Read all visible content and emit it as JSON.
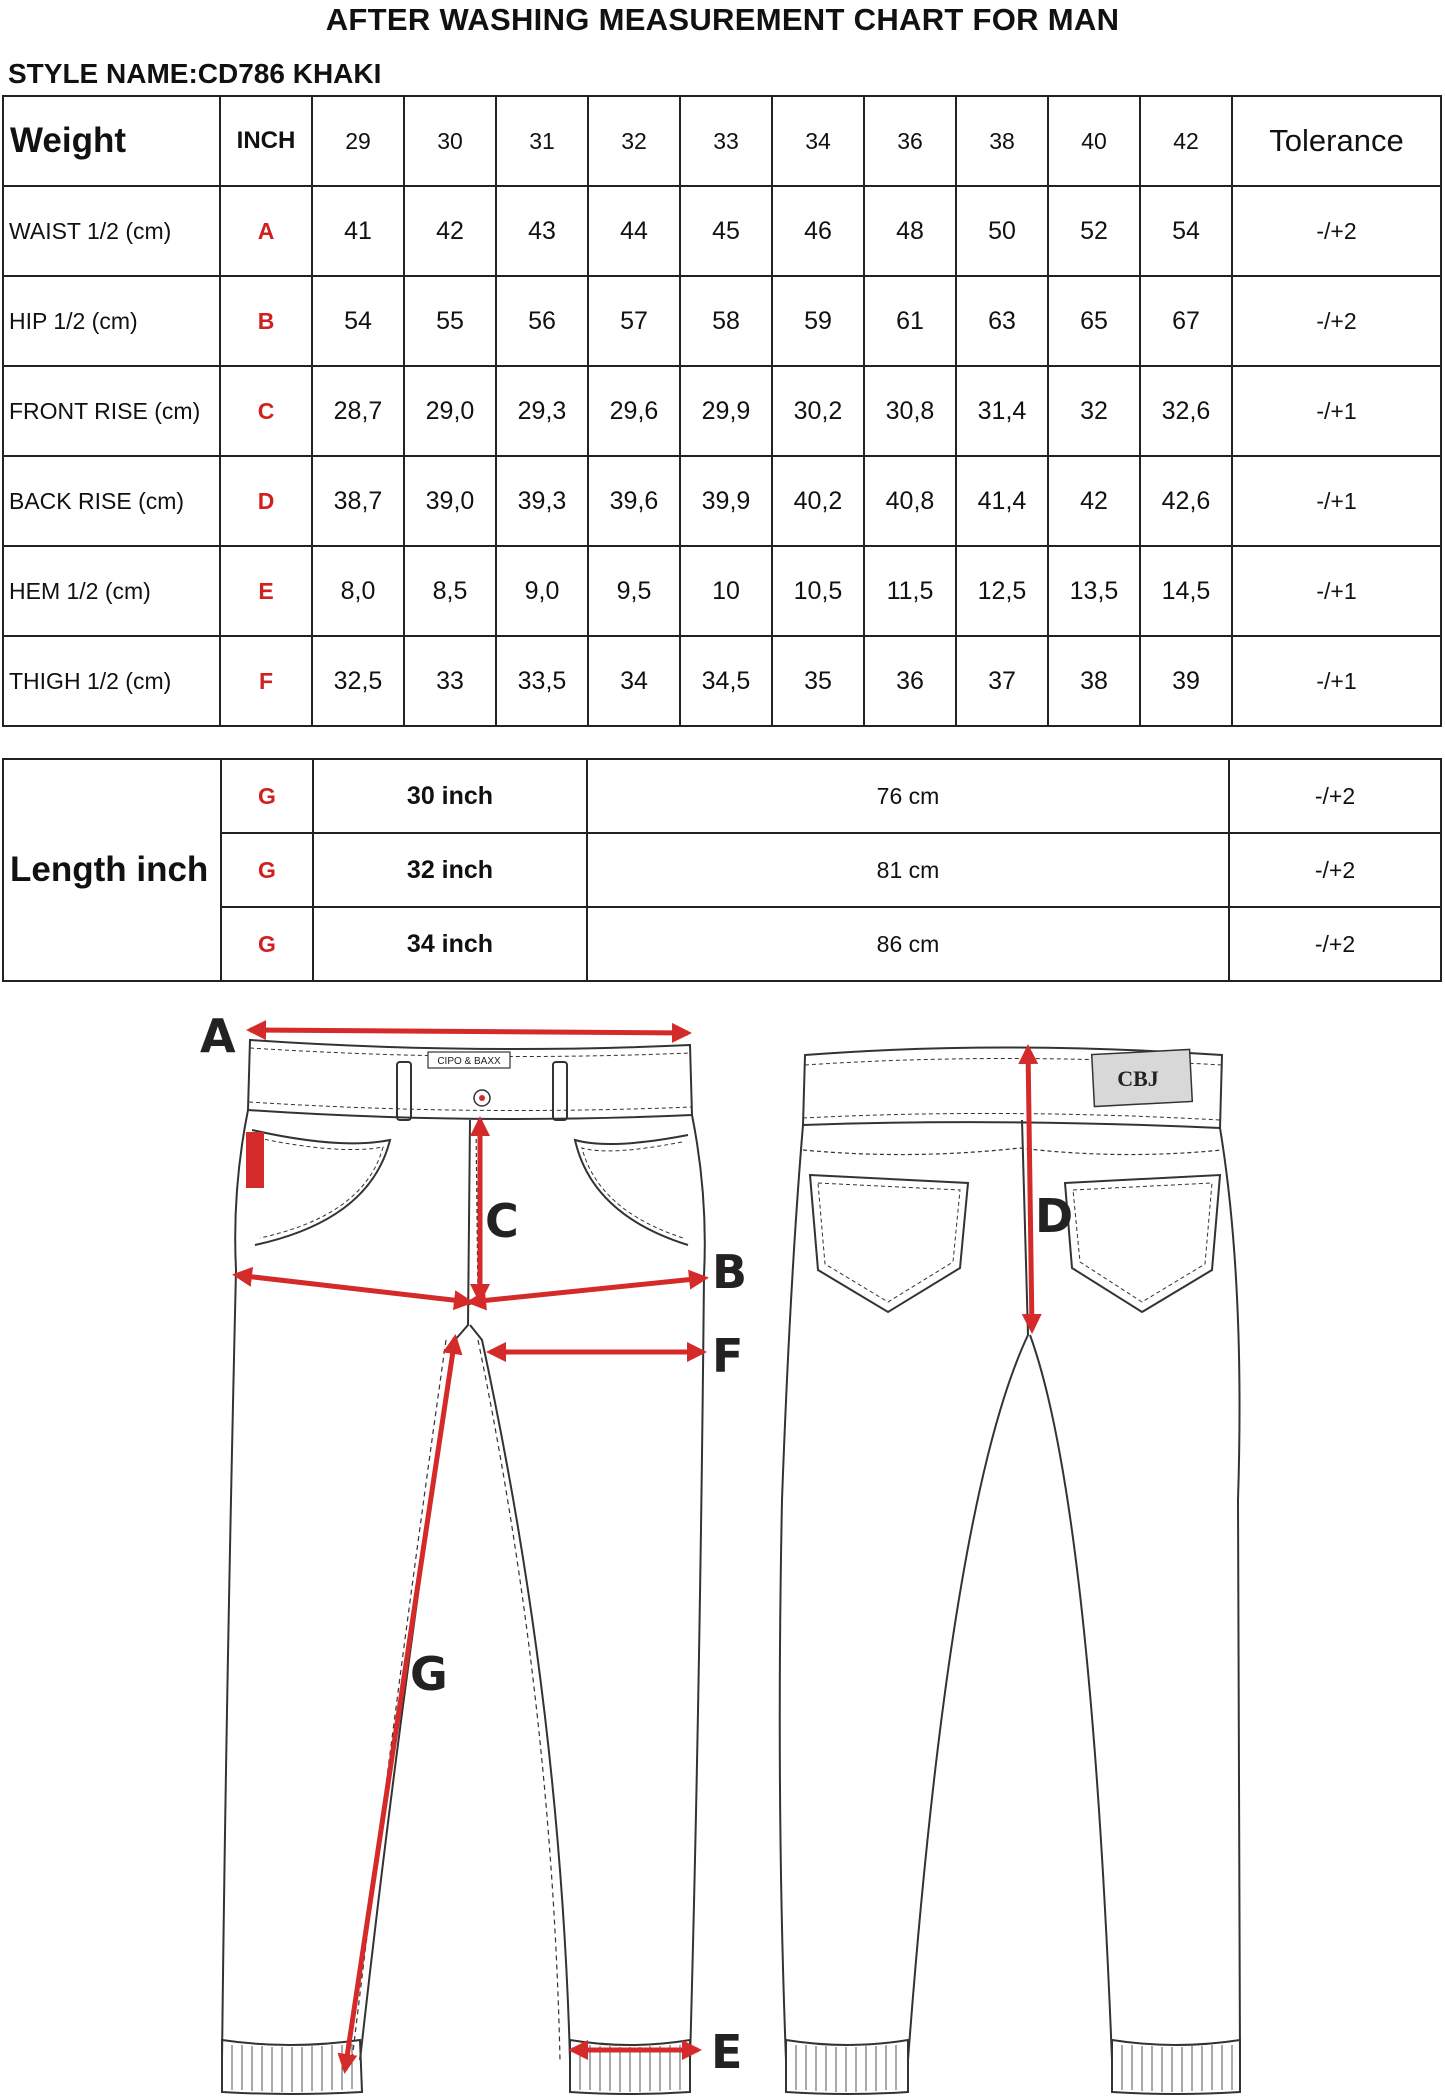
{
  "title": "AFTER WASHING MEASUREMENT CHART FOR MAN",
  "style_name": "STYLE NAME:CD786 KHAKI",
  "size_table": {
    "header": {
      "weight": "Weight",
      "inch": "INCH",
      "sizes": [
        "29",
        "30",
        "31",
        "32",
        "33",
        "34",
        "36",
        "38",
        "40",
        "42"
      ],
      "tolerance": "Tolerance"
    },
    "rows": [
      {
        "label": "WAIST 1/2 (cm)",
        "code": "A",
        "values": [
          "41",
          "42",
          "43",
          "44",
          "45",
          "46",
          "48",
          "50",
          "52",
          "54"
        ],
        "tolerance": "-/+2"
      },
      {
        "label": "HIP 1/2 (cm)",
        "code": "B",
        "values": [
          "54",
          "55",
          "56",
          "57",
          "58",
          "59",
          "61",
          "63",
          "65",
          "67"
        ],
        "tolerance": "-/+2"
      },
      {
        "label": "FRONT RISE (cm)",
        "code": "C",
        "values": [
          "28,7",
          "29,0",
          "29,3",
          "29,6",
          "29,9",
          "30,2",
          "30,8",
          "31,4",
          "32",
          "32,6"
        ],
        "tolerance": "-/+1"
      },
      {
        "label": "BACK RISE (cm)",
        "code": "D",
        "values": [
          "38,7",
          "39,0",
          "39,3",
          "39,6",
          "39,9",
          "40,2",
          "40,8",
          "41,4",
          "42",
          "42,6"
        ],
        "tolerance": "-/+1"
      },
      {
        "label": "HEM 1/2  (cm)",
        "code": "E",
        "values": [
          "8,0",
          "8,5",
          "9,0",
          "9,5",
          "10",
          "10,5",
          "11,5",
          "12,5",
          "13,5",
          "14,5"
        ],
        "tolerance": "-/+1"
      },
      {
        "label": "THIGH 1/2 (cm)",
        "code": "F",
        "values": [
          "32,5",
          "33",
          "33,5",
          "34",
          "34,5",
          "35",
          "36",
          "37",
          "38",
          "39"
        ],
        "tolerance": "-/+1"
      }
    ]
  },
  "length_table": {
    "title": "Length inch",
    "rows": [
      {
        "code": "G",
        "inch": "30 inch",
        "cm": "76 cm",
        "tolerance": "-/+2"
      },
      {
        "code": "G",
        "inch": "32 inch",
        "cm": "81 cm",
        "tolerance": "-/+2"
      },
      {
        "code": "G",
        "inch": "34 inch",
        "cm": "86 cm",
        "tolerance": "-/+2"
      }
    ]
  },
  "diagram": {
    "labels": {
      "a": "A",
      "b": "B",
      "c": "C",
      "d": "D",
      "e": "E",
      "f": "F",
      "g": "G"
    },
    "front_brand": "CIPO & BAXX",
    "back_brand": "CBJ",
    "arrow_color": "#d42a2a"
  }
}
